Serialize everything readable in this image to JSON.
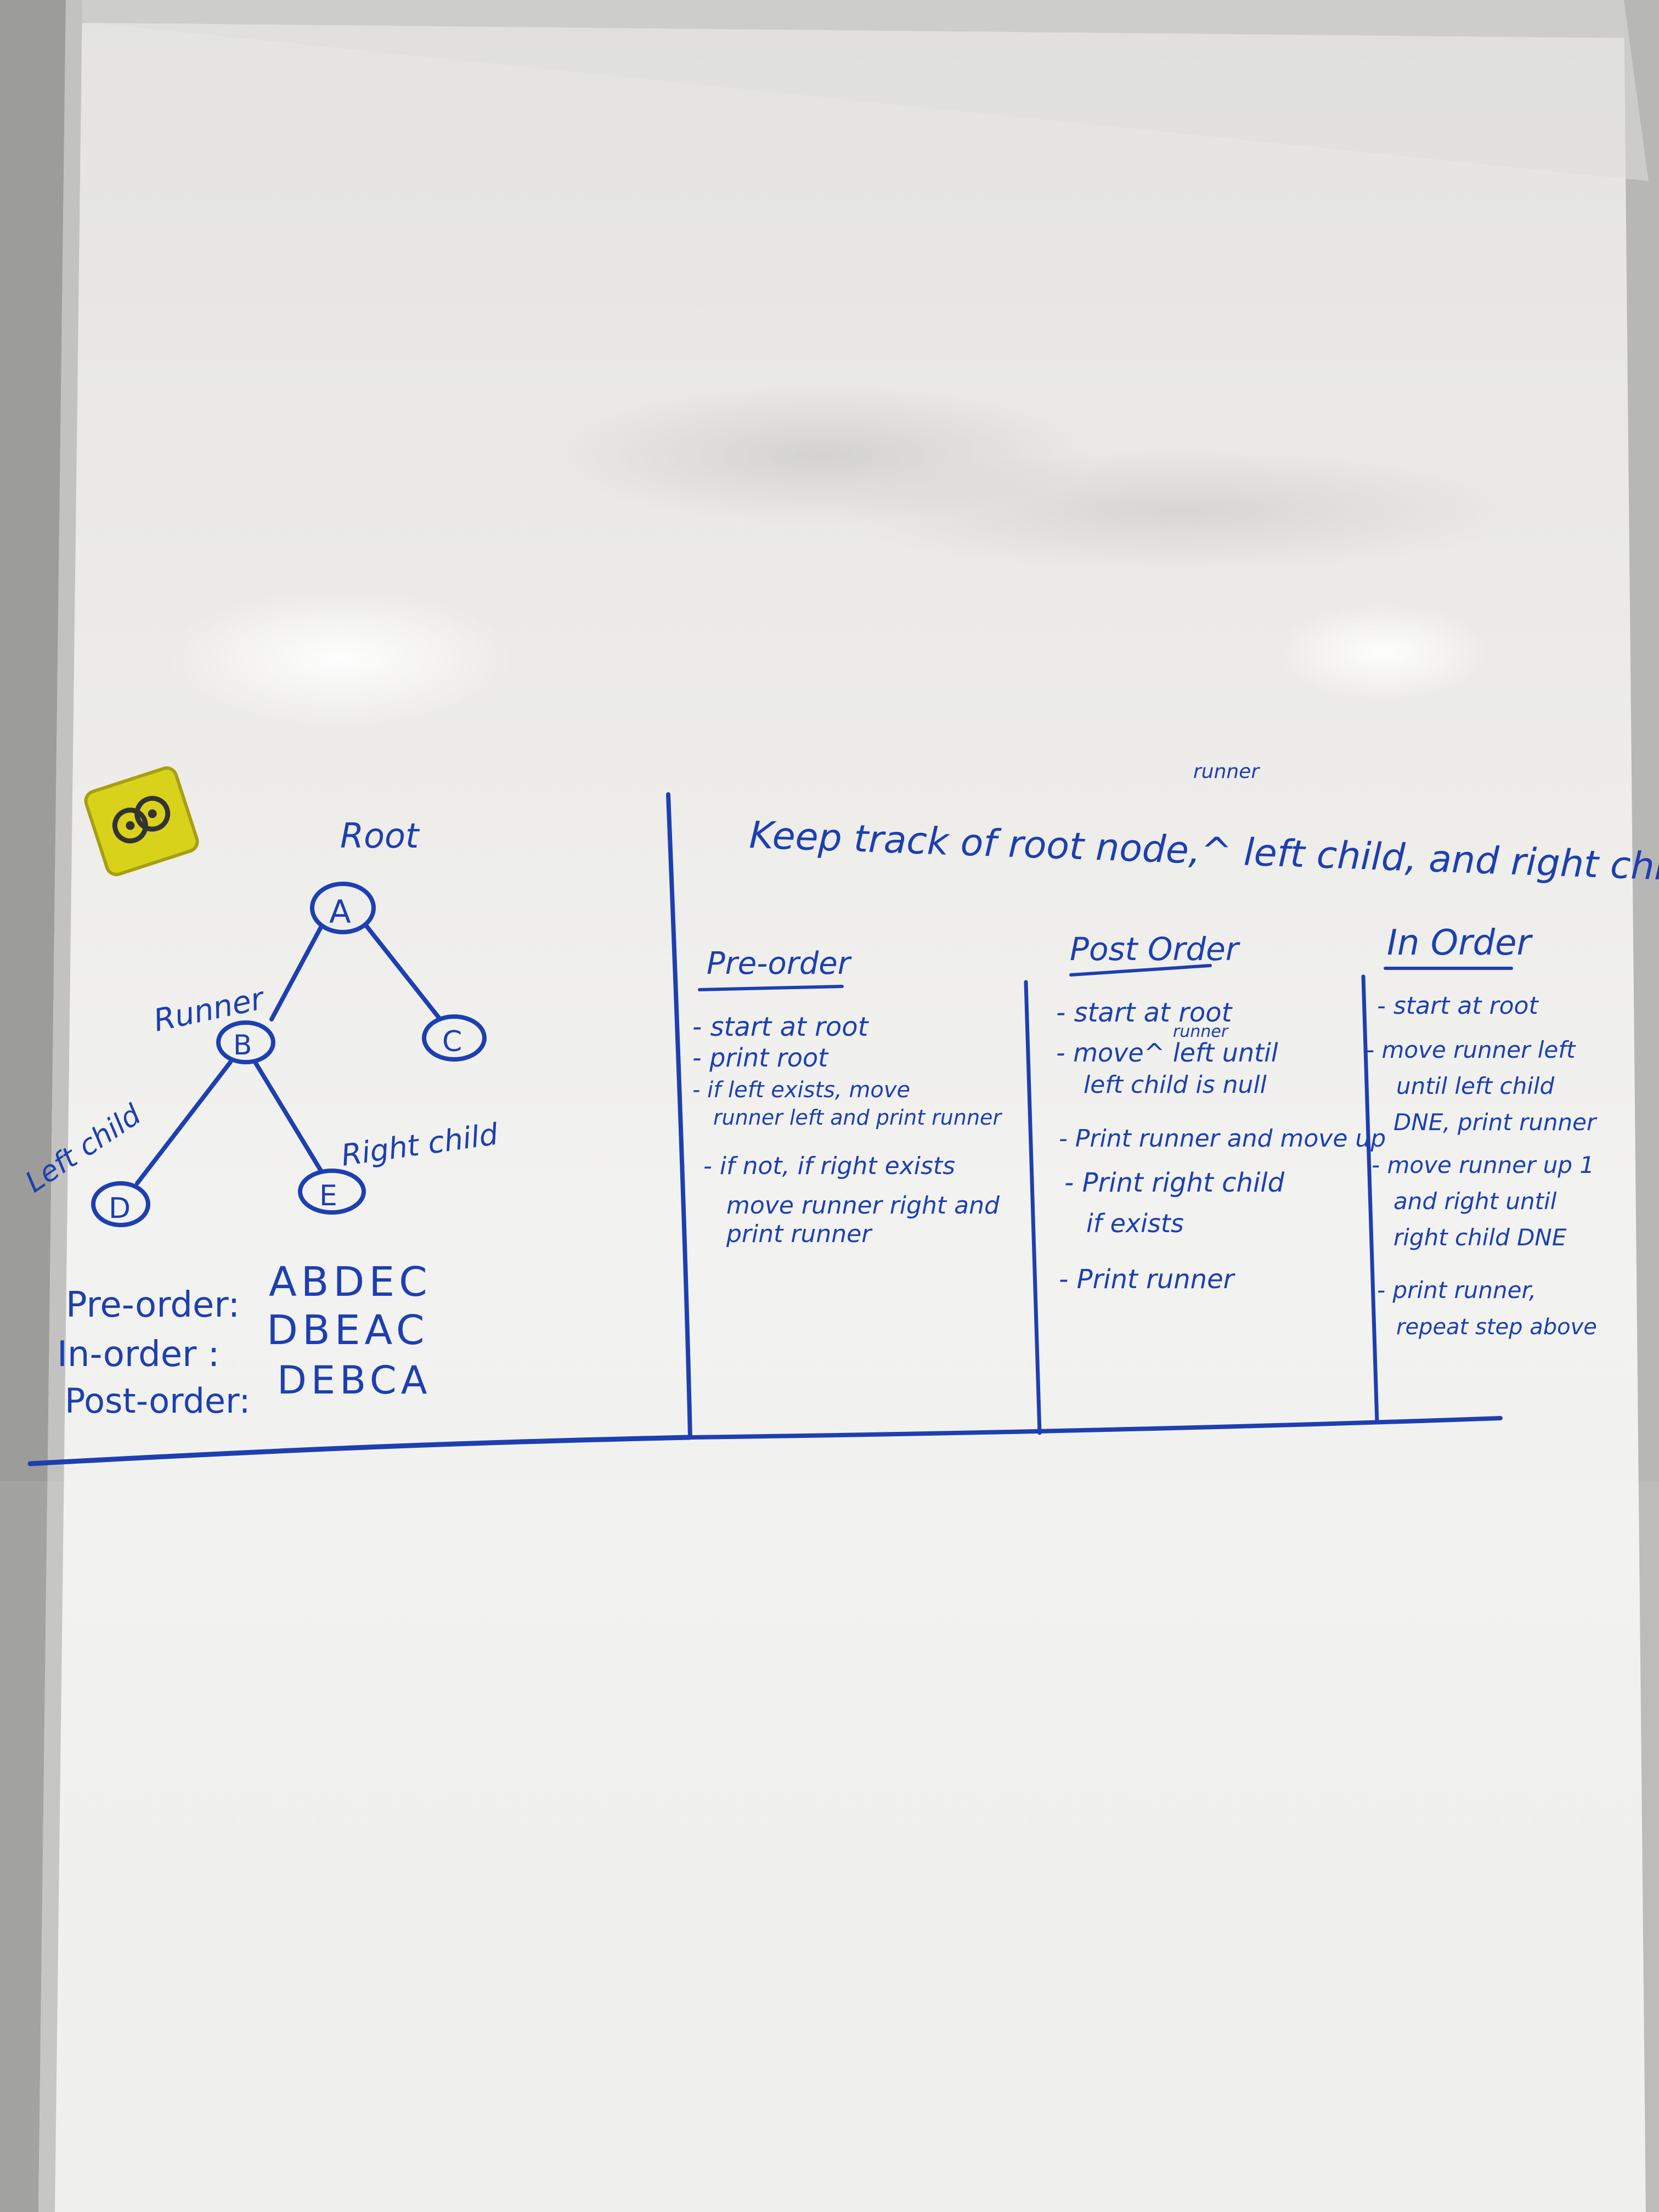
{
  "header": {
    "runner_insert": "runner",
    "title": "Keep track of root node,^ left child, and right child"
  },
  "tree": {
    "root_label": "Root",
    "runner_label": "Runner",
    "left_child_label": "Left child",
    "right_child_label": "Right child",
    "nodes": {
      "a": "A",
      "b": "B",
      "c": "C",
      "d": "D",
      "e": "E"
    }
  },
  "orders": {
    "pre": {
      "label": "Pre-order:",
      "value": "ABDEC"
    },
    "in": {
      "label": "In-order :",
      "value": "DBEAC"
    },
    "post": {
      "label": "Post-order:",
      "value": "DEBCA"
    }
  },
  "columns": {
    "preorder": {
      "heading": "Pre-order",
      "lines": [
        "- start at root",
        "- print root",
        "- if left exists, move",
        "runner left and print runner",
        "- if not, if right exists",
        "move runner right and",
        "print runner"
      ]
    },
    "postorder": {
      "heading": "Post Order",
      "runner_insert": "runner",
      "lines": [
        "- start at root",
        "- move^ left until",
        "left child is null",
        "- Print runner and move up",
        "- Print right child",
        "if exists",
        "- Print runner"
      ]
    },
    "inorder": {
      "heading": "In Order",
      "lines": [
        "- start at root",
        "- move runner left",
        "until left child",
        "DNE, print runner",
        "- move runner up 1",
        "and right until",
        "right child DNE",
        "- print runner,",
        "repeat step above"
      ]
    }
  },
  "colors": {
    "ink": "#1d3fb0",
    "board": "#efefed",
    "frame": "#8d8e8b",
    "eraser": "#d7d21e"
  },
  "icons": {
    "eraser": "eraser-icon"
  }
}
